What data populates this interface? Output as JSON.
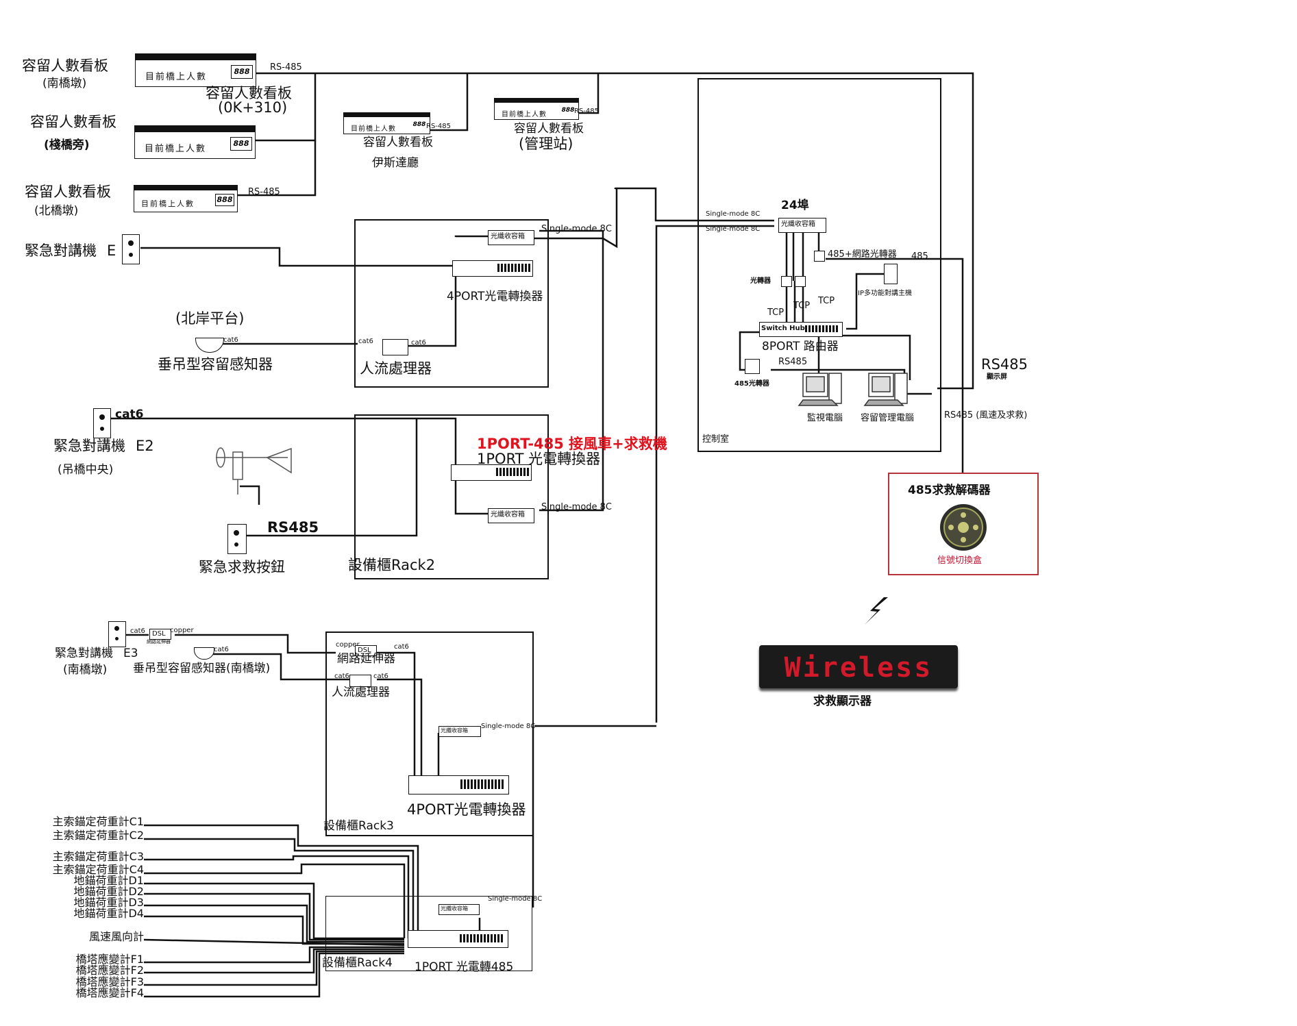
{
  "boards": {
    "south": {
      "title": "容留人數看板",
      "sub": "(南橋墩)",
      "display": "目前橋上人數",
      "digits": "888"
    },
    "k0310": {
      "title": "容留人數看板",
      "sub": "(0K+310)"
    },
    "trestle": {
      "title": "容留人數看板",
      "sub": "(棧橋旁)"
    },
    "north": {
      "title": "容留人數看板",
      "sub": "(北橋墩)"
    },
    "estada": {
      "title": "容留人數看板",
      "sub": "伊斯達廳"
    },
    "station": {
      "title": "容留人數看板",
      "sub": "(管理站)"
    }
  },
  "cables": {
    "rs485_dash": "RS-485",
    "rs485": "RS485",
    "cat6": "cat6",
    "copper": "copper",
    "dsl": "DSL",
    "dsl_sub": "網路延伸器",
    "single_mode": "Single-mode 8C",
    "single_mode_a": "Single-mode 8C",
    "single_mode_b": "Single-mode 8C",
    "tcp": "TCP",
    "ch485": "485"
  },
  "rack1": {
    "intercom": "緊急對講機",
    "intercom_id": "E",
    "platform": "(北岸平台)",
    "sensor": "垂吊型容留感知器",
    "processor": "人流處理器",
    "converter": "4PORT光電轉換器",
    "fiber_box": "光纖收容箱"
  },
  "rack2": {
    "intercom": "緊急對講機",
    "intercom_id": "E2",
    "loc": "(吊橋中央)",
    "button": "緊急求救按鈕",
    "note": "1PORT-485 接風車+求救機",
    "converter": "1PORT 光電轉換器",
    "fiber_box": "光纖收容箱",
    "name": "設備櫃Rack2"
  },
  "rack3": {
    "intercom": "緊急對講機",
    "intercom_id": "E3",
    "loc": "(南橋墩)",
    "sensor": "垂吊型容留感知器(南橋墩)",
    "extender": "網路延伸器",
    "processor": "人流處理器",
    "converter": "4PORT光電轉換器",
    "fiber_box": "光纖收容箱",
    "name": "設備櫃Rack3",
    "single_mode": "Single-mode 8C"
  },
  "rack4": {
    "name": "設備櫃Rack4",
    "converter": "1PORT 光電轉485",
    "fiber_box": "光纖收容箱",
    "single_mode": "Single-mode 8C",
    "sensors": [
      "主索錨定荷重計C1",
      "主索錨定荷重計C2",
      "主索錨定荷重計C3",
      "主索錨定荷重計C4",
      "地錨荷重計D1",
      "地錨荷重計D2",
      "地錨荷重計D3",
      "地錨荷重計D4",
      "風速風向計",
      "橋塔應變計F1",
      "橋塔應變計F2",
      "橋塔應變計F3",
      "橋塔應變計F4"
    ]
  },
  "control_room": {
    "name": "控制室",
    "port24": "24埠",
    "fiber_box": "光纖收容箱",
    "converter_485": "485+網路光轉器",
    "opt_conv": "光轉器",
    "ip_intercom": "IP多功能對講主機",
    "switch": "Switch Hub",
    "router": "8PORT 路由器",
    "conv485": "485光轉器",
    "monitor_pc": "監視電腦",
    "mgmt_pc": "容留管理電腦",
    "display_label": "RS485",
    "display_sub": "顯示屏",
    "rs485_note": "RS485 (風速及求救)"
  },
  "decoder": {
    "title": "485求救解碼器",
    "box": "信號切換盒"
  },
  "led": {
    "text": "Wireless",
    "label": "求救顯示器"
  },
  "colors": {
    "note": "#e0141e",
    "decoder_border": "#b8323a",
    "box_text": "#c8102e"
  }
}
